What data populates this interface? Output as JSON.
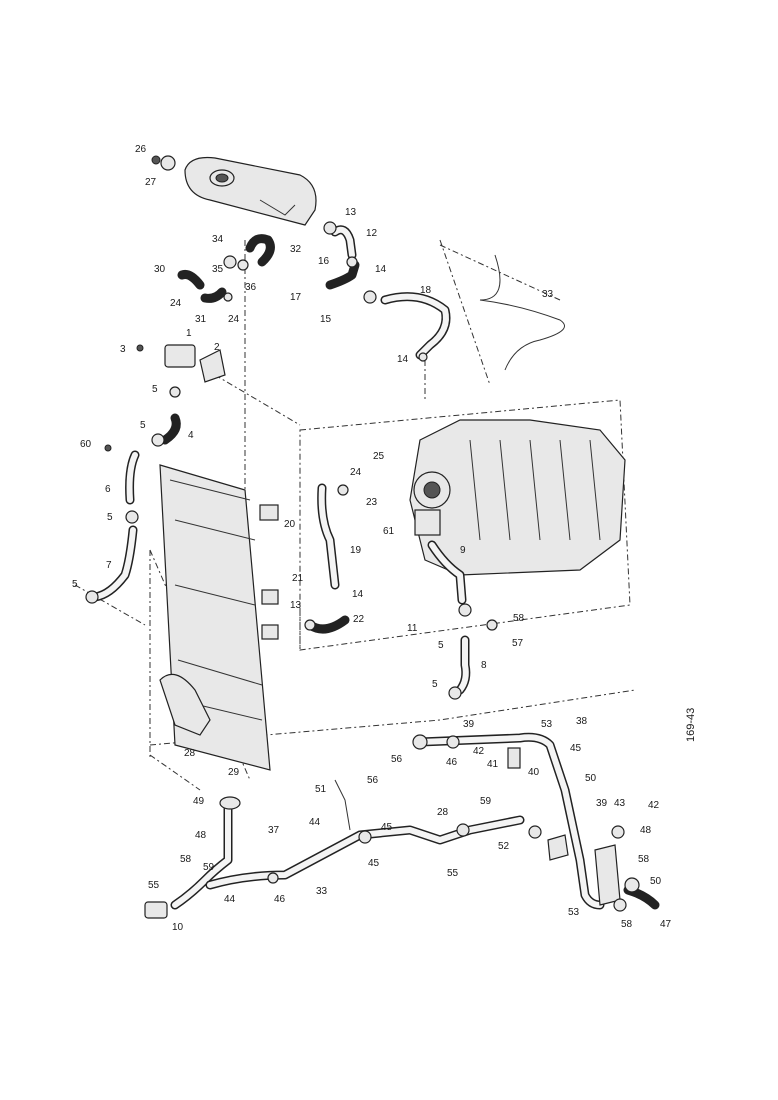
{
  "diagram": {
    "reference_code": "169-43",
    "part_labels": [
      "26",
      "27",
      "13",
      "12",
      "34",
      "35",
      "32",
      "36",
      "30",
      "24",
      "31",
      "24",
      "16",
      "17",
      "14",
      "15",
      "18",
      "33",
      "14",
      "3",
      "1",
      "2",
      "5",
      "5",
      "4",
      "60",
      "6",
      "5",
      "7",
      "5",
      "25",
      "24",
      "23",
      "20",
      "61",
      "19",
      "9",
      "21",
      "14",
      "13",
      "22",
      "11",
      "5",
      "58",
      "57",
      "8",
      "5",
      "28",
      "29",
      "39",
      "53",
      "38",
      "56",
      "46",
      "42",
      "45",
      "41",
      "40",
      "50",
      "51",
      "56",
      "49",
      "59",
      "44",
      "45",
      "28",
      "39",
      "43",
      "42",
      "48",
      "37",
      "52",
      "58",
      "59",
      "45",
      "55",
      "48",
      "58",
      "55",
      "44",
      "46",
      "33",
      "50",
      "10",
      "53",
      "58",
      "47"
    ]
  }
}
